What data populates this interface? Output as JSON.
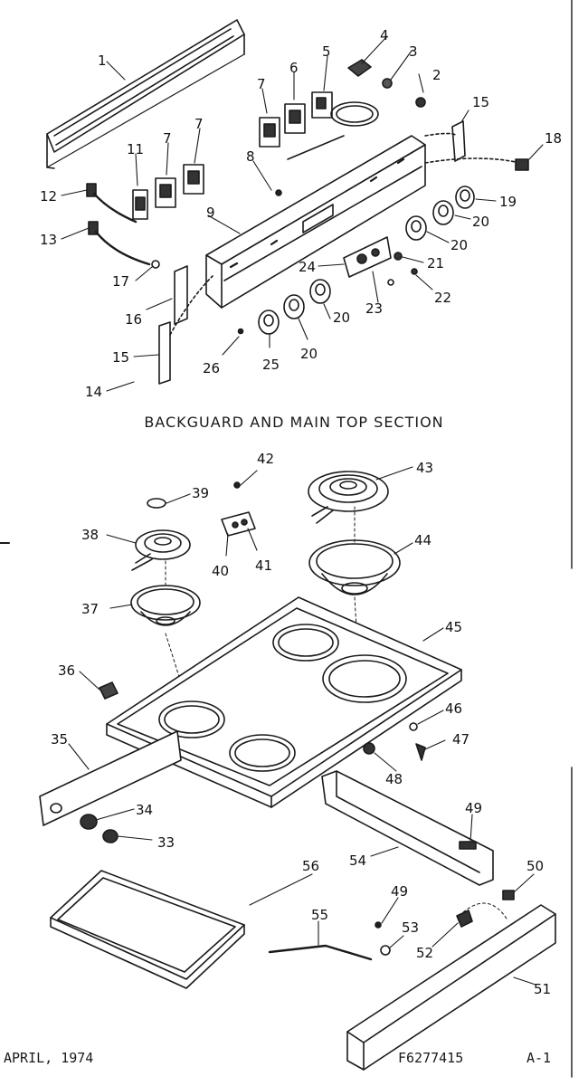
{
  "section_title": "BACKGUARD AND MAIN TOP SECTION",
  "footer": {
    "date": "APRIL, 1974",
    "part_number": "F6277415",
    "sheet": "A-1"
  },
  "callouts": {
    "c1": "1",
    "c2": "2",
    "c3": "3",
    "c4": "4",
    "c5": "5",
    "c6": "6",
    "c7a": "7",
    "c7b": "7",
    "c7c": "7",
    "c8": "8",
    "c9": "9",
    "c11": "11",
    "c12": "12",
    "c13": "13",
    "c14": "14",
    "c15a": "15",
    "c15b": "15",
    "c16": "16",
    "c17": "17",
    "c18": "18",
    "c19": "19",
    "c20a": "20",
    "c20b": "20",
    "c20c": "20",
    "c20d": "20",
    "c21": "21",
    "c22": "22",
    "c23": "23",
    "c24": "24",
    "c25": "25",
    "c26": "26",
    "c33": "33",
    "c34": "34",
    "c35": "35",
    "c36": "36",
    "c37": "37",
    "c38": "38",
    "c39": "39",
    "c40": "40",
    "c41": "41",
    "c42": "42",
    "c43": "43",
    "c44": "44",
    "c45": "45",
    "c46": "46",
    "c47": "47",
    "c48": "48",
    "c49a": "49",
    "c49b": "49",
    "c50": "50",
    "c51": "51",
    "c52": "52",
    "c53": "53",
    "c54": "54",
    "c55": "55",
    "c56": "56"
  }
}
